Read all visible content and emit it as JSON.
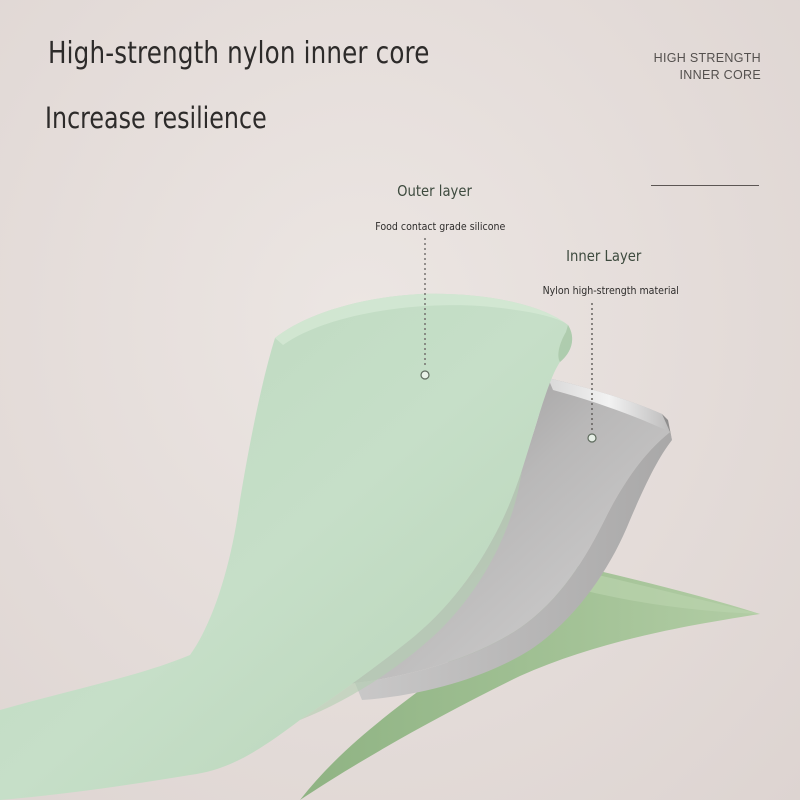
{
  "headline": "High-strength nylon inner core",
  "subheadline": "Increase resilience",
  "tag": {
    "line1": "HIGH STRENGTH",
    "line2": "INNER CORE"
  },
  "outer": {
    "title": "Outer layer",
    "description": "Food contact grade silicone"
  },
  "inner": {
    "title": "Inner Layer",
    "description": "Nylon high-strength material"
  },
  "colors": {
    "background": "#e6dfdc",
    "silicone": "#c3dcc6",
    "silicone_shadow": "#9cbd92",
    "core": "#b7b6b6",
    "text": "#2d2b2a"
  }
}
